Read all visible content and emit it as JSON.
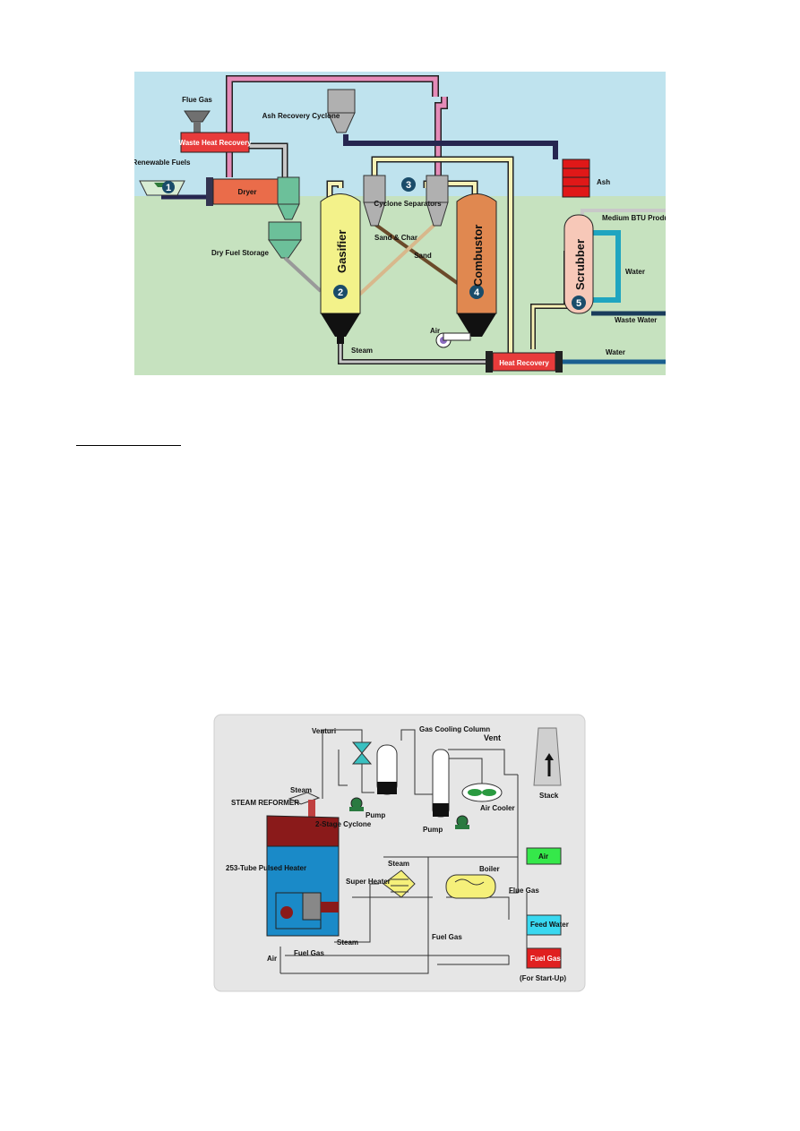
{
  "diagram1": {
    "labels": {
      "flue_gas": "Flue Gas",
      "waste_heat_recovery": "Waste Heat Recovery",
      "renewable_fuels": "Renewable Fuels",
      "dryer": "Dryer",
      "dry_fuel_storage": "Dry Fuel Storage",
      "ash_recovery_cyclone": "Ash Recovery Cyclone",
      "ash": "Ash",
      "cyclone_separators": "Cyclone Separators",
      "sand_and_char": "Sand & Char",
      "sand": "Sand",
      "gasifier": "Gasifier",
      "combustor": "Combustor",
      "air": "Air",
      "steam": "Steam",
      "heat_recovery": "Heat Recovery",
      "water_in": "Water",
      "medium_btu_product_gas": "Medium BTU Product Gas",
      "scrubber": "Scrubber",
      "water_loop": "Water",
      "waste_water": "Waste Water"
    },
    "numbers": [
      "1",
      "2",
      "3",
      "4",
      "5"
    ]
  },
  "diagram2": {
    "labels": {
      "venturi": "Venturi",
      "gas_cooling_column": "Gas Cooling Column",
      "vent": "Vent",
      "stack": "Stack",
      "steam_top": "Steam",
      "steam_reformer": "STEAM REFORMER",
      "cyclone": "2-Stage Cyclone",
      "pump1": "Pump",
      "pump2": "Pump",
      "air_cooler": "Air Cooler",
      "tube_heater": "253-Tube Pulsed Heater",
      "steam_mid": "Steam",
      "air_box": "Air",
      "super_heater": "Super Heater",
      "boiler": "Boiler",
      "flue_gas": "Flue Gas",
      "feed_water": "Feed Water",
      "fuel_gas_mid": "Fuel Gas",
      "steam_low": "Steam",
      "air_left": "Air",
      "fuel_gas_low": "Fuel Gas",
      "fuel_gas_box": "Fuel Gas",
      "startup": "(For Start-Up)"
    }
  }
}
